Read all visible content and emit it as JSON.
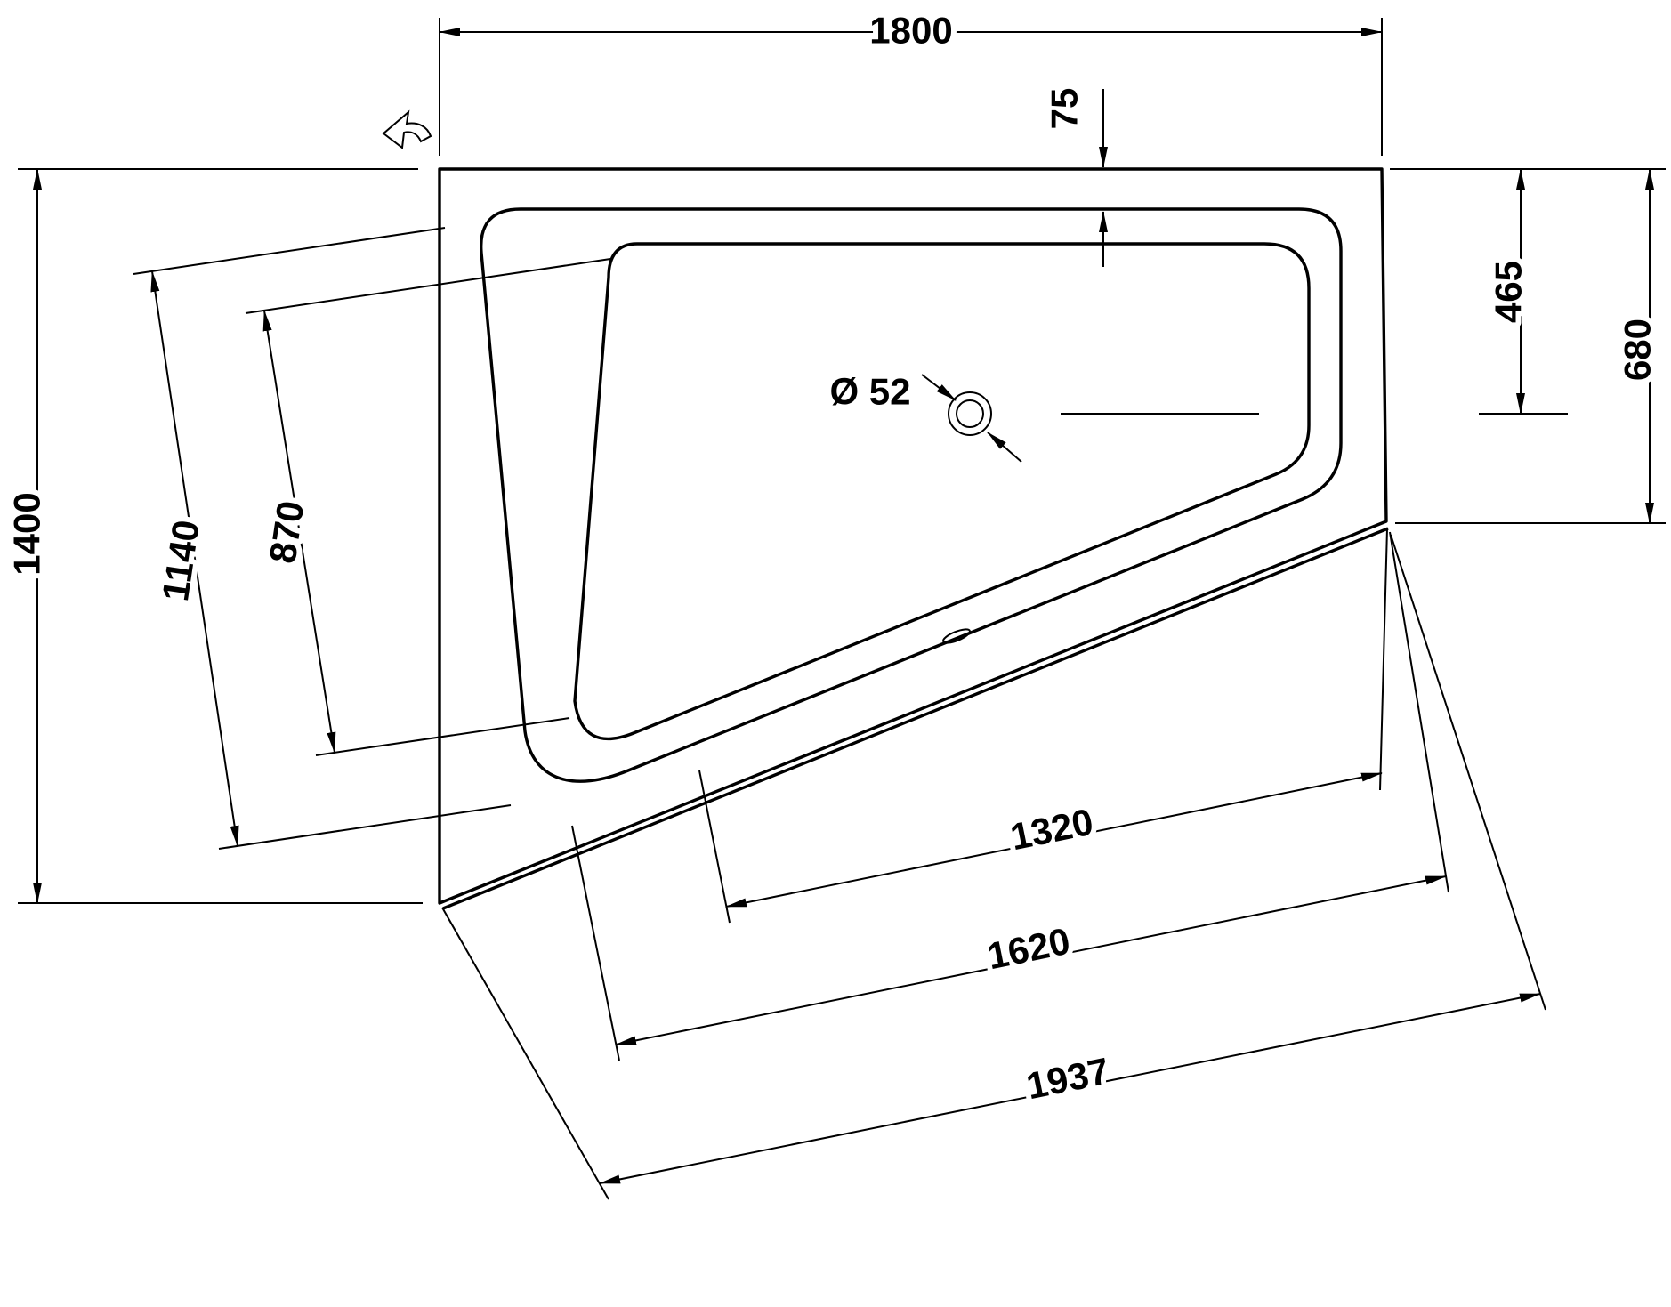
{
  "drawing": {
    "subject": "corner-bathtub-top-view-technical-drawing",
    "background": "#ffffff",
    "line_color": "#000000",
    "icons": {
      "entry_arrow": "entry-direction-arrow-icon"
    },
    "dimensions": {
      "overall_width": "1800",
      "rim_offset_top": "75",
      "drain_from_top": "465",
      "right_side_depth": "680",
      "overall_depth_left": "1400",
      "inner_length_left_outer": "1140",
      "inner_length_left_inner": "870",
      "drain_diameter": "Ø 52",
      "bottom_span_inner": "1320",
      "bottom_span_mid": "1620",
      "bottom_span_outer": "1937"
    }
  }
}
